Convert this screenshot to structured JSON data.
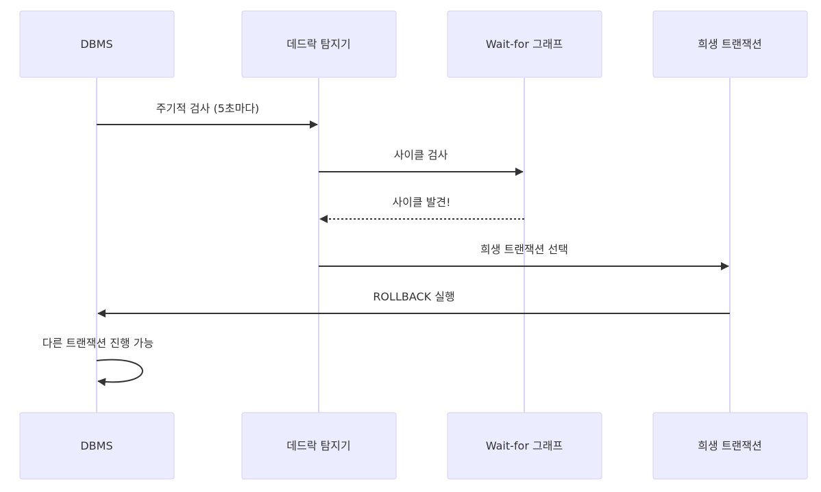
{
  "participants": [
    {
      "id": "dbms",
      "label": "DBMS"
    },
    {
      "id": "detector",
      "label": "데드락 탐지기"
    },
    {
      "id": "waitfor",
      "label": "Wait-for 그래프"
    },
    {
      "id": "victim",
      "label": "희생 트랜잭션"
    }
  ],
  "messages": [
    {
      "from": "dbms",
      "to": "detector",
      "label": "주기적 검사 (5초마다)",
      "style": "solid"
    },
    {
      "from": "detector",
      "to": "waitfor",
      "label": "사이클 검사",
      "style": "solid"
    },
    {
      "from": "waitfor",
      "to": "detector",
      "label": "사이클 발견!",
      "style": "dashed"
    },
    {
      "from": "detector",
      "to": "victim",
      "label": "희생 트랜잭션 선택",
      "style": "solid"
    },
    {
      "from": "victim",
      "to": "dbms",
      "label": "ROLLBACK 실행",
      "style": "solid"
    },
    {
      "from": "dbms",
      "to": "dbms",
      "label": "다른 트랜잭션 진행 가능",
      "style": "self"
    }
  ],
  "colors": {
    "actor_fill": "#ECECFF",
    "actor_stroke": "#D6D0F2",
    "lifeline": "#D9D3F4",
    "line": "#333333"
  }
}
